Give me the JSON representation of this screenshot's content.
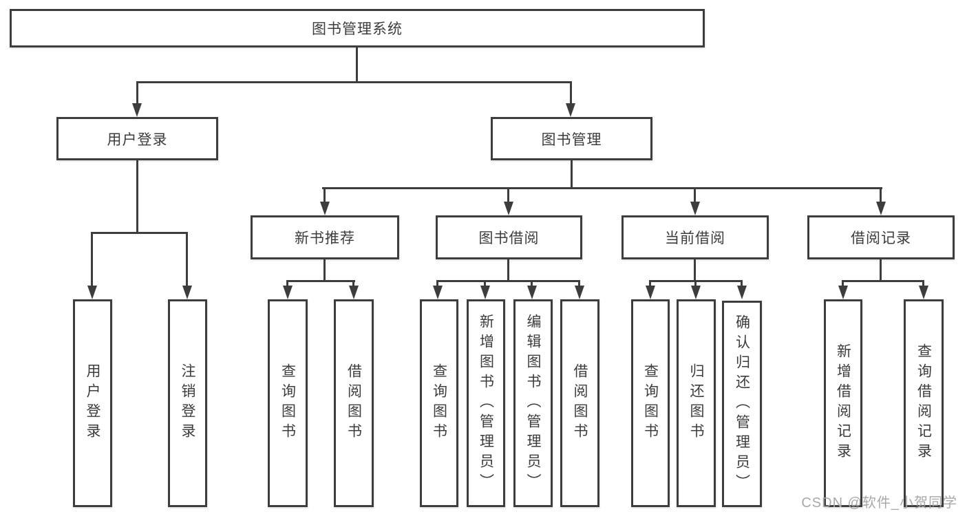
{
  "nodes": {
    "root": "图书管理系统",
    "user_login": "用户登录",
    "book_mgmt": "图书管理",
    "new_book_rec": "新书推荐",
    "book_borrow": "图书借阅",
    "current_borrow": "当前借阅",
    "borrow_records": "借阅记录",
    "leaf_user_login": "用户登录",
    "leaf_logout": "注销登录",
    "leaf_nb_query": "查询图书",
    "leaf_nb_borrow": "借阅图书",
    "leaf_bb_query": "查询图书",
    "leaf_bb_add": "新增图书（管理员）",
    "leaf_bb_edit": "编辑图书（管理员）",
    "leaf_bb_borrow": "借阅图书",
    "leaf_cb_query": "查询图书",
    "leaf_cb_return": "归还图书",
    "leaf_cb_confirm": "确认归还（管理员）",
    "leaf_br_add": "新增借阅记录",
    "leaf_br_query": "查询借阅记录"
  },
  "watermark": "CSDN @软件_小贺同学",
  "colors": {
    "line": "#3d3d3d",
    "text": "#3c3c3c",
    "watermark": "#a8a8a8",
    "background": "#ffffff"
  }
}
